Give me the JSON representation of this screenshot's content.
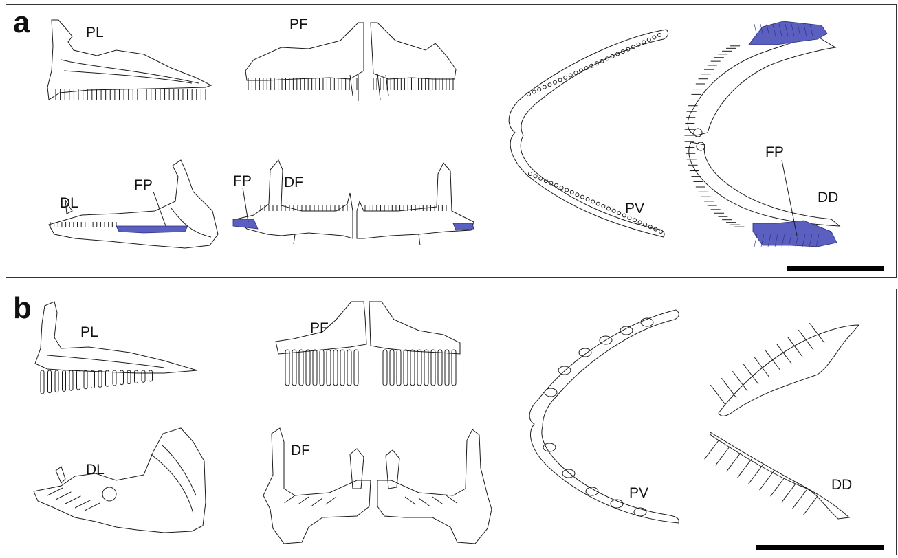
{
  "panels": [
    {
      "id": "a",
      "label": "a",
      "views": {
        "PL": "PL",
        "PF": "PF",
        "DL": "DL",
        "DF": "DF",
        "PV": "PV",
        "DD": "DD"
      },
      "annotation": "FP"
    },
    {
      "id": "b",
      "label": "b",
      "views": {
        "PL": "PL",
        "PF": "PF",
        "DL": "DL",
        "DF": "DF",
        "PV": "PV",
        "DD": "DD"
      }
    }
  ],
  "colors": {
    "functional_plate": "#5b5fbf",
    "outline": "#1a1a1a",
    "scale_bar": "#000000"
  }
}
